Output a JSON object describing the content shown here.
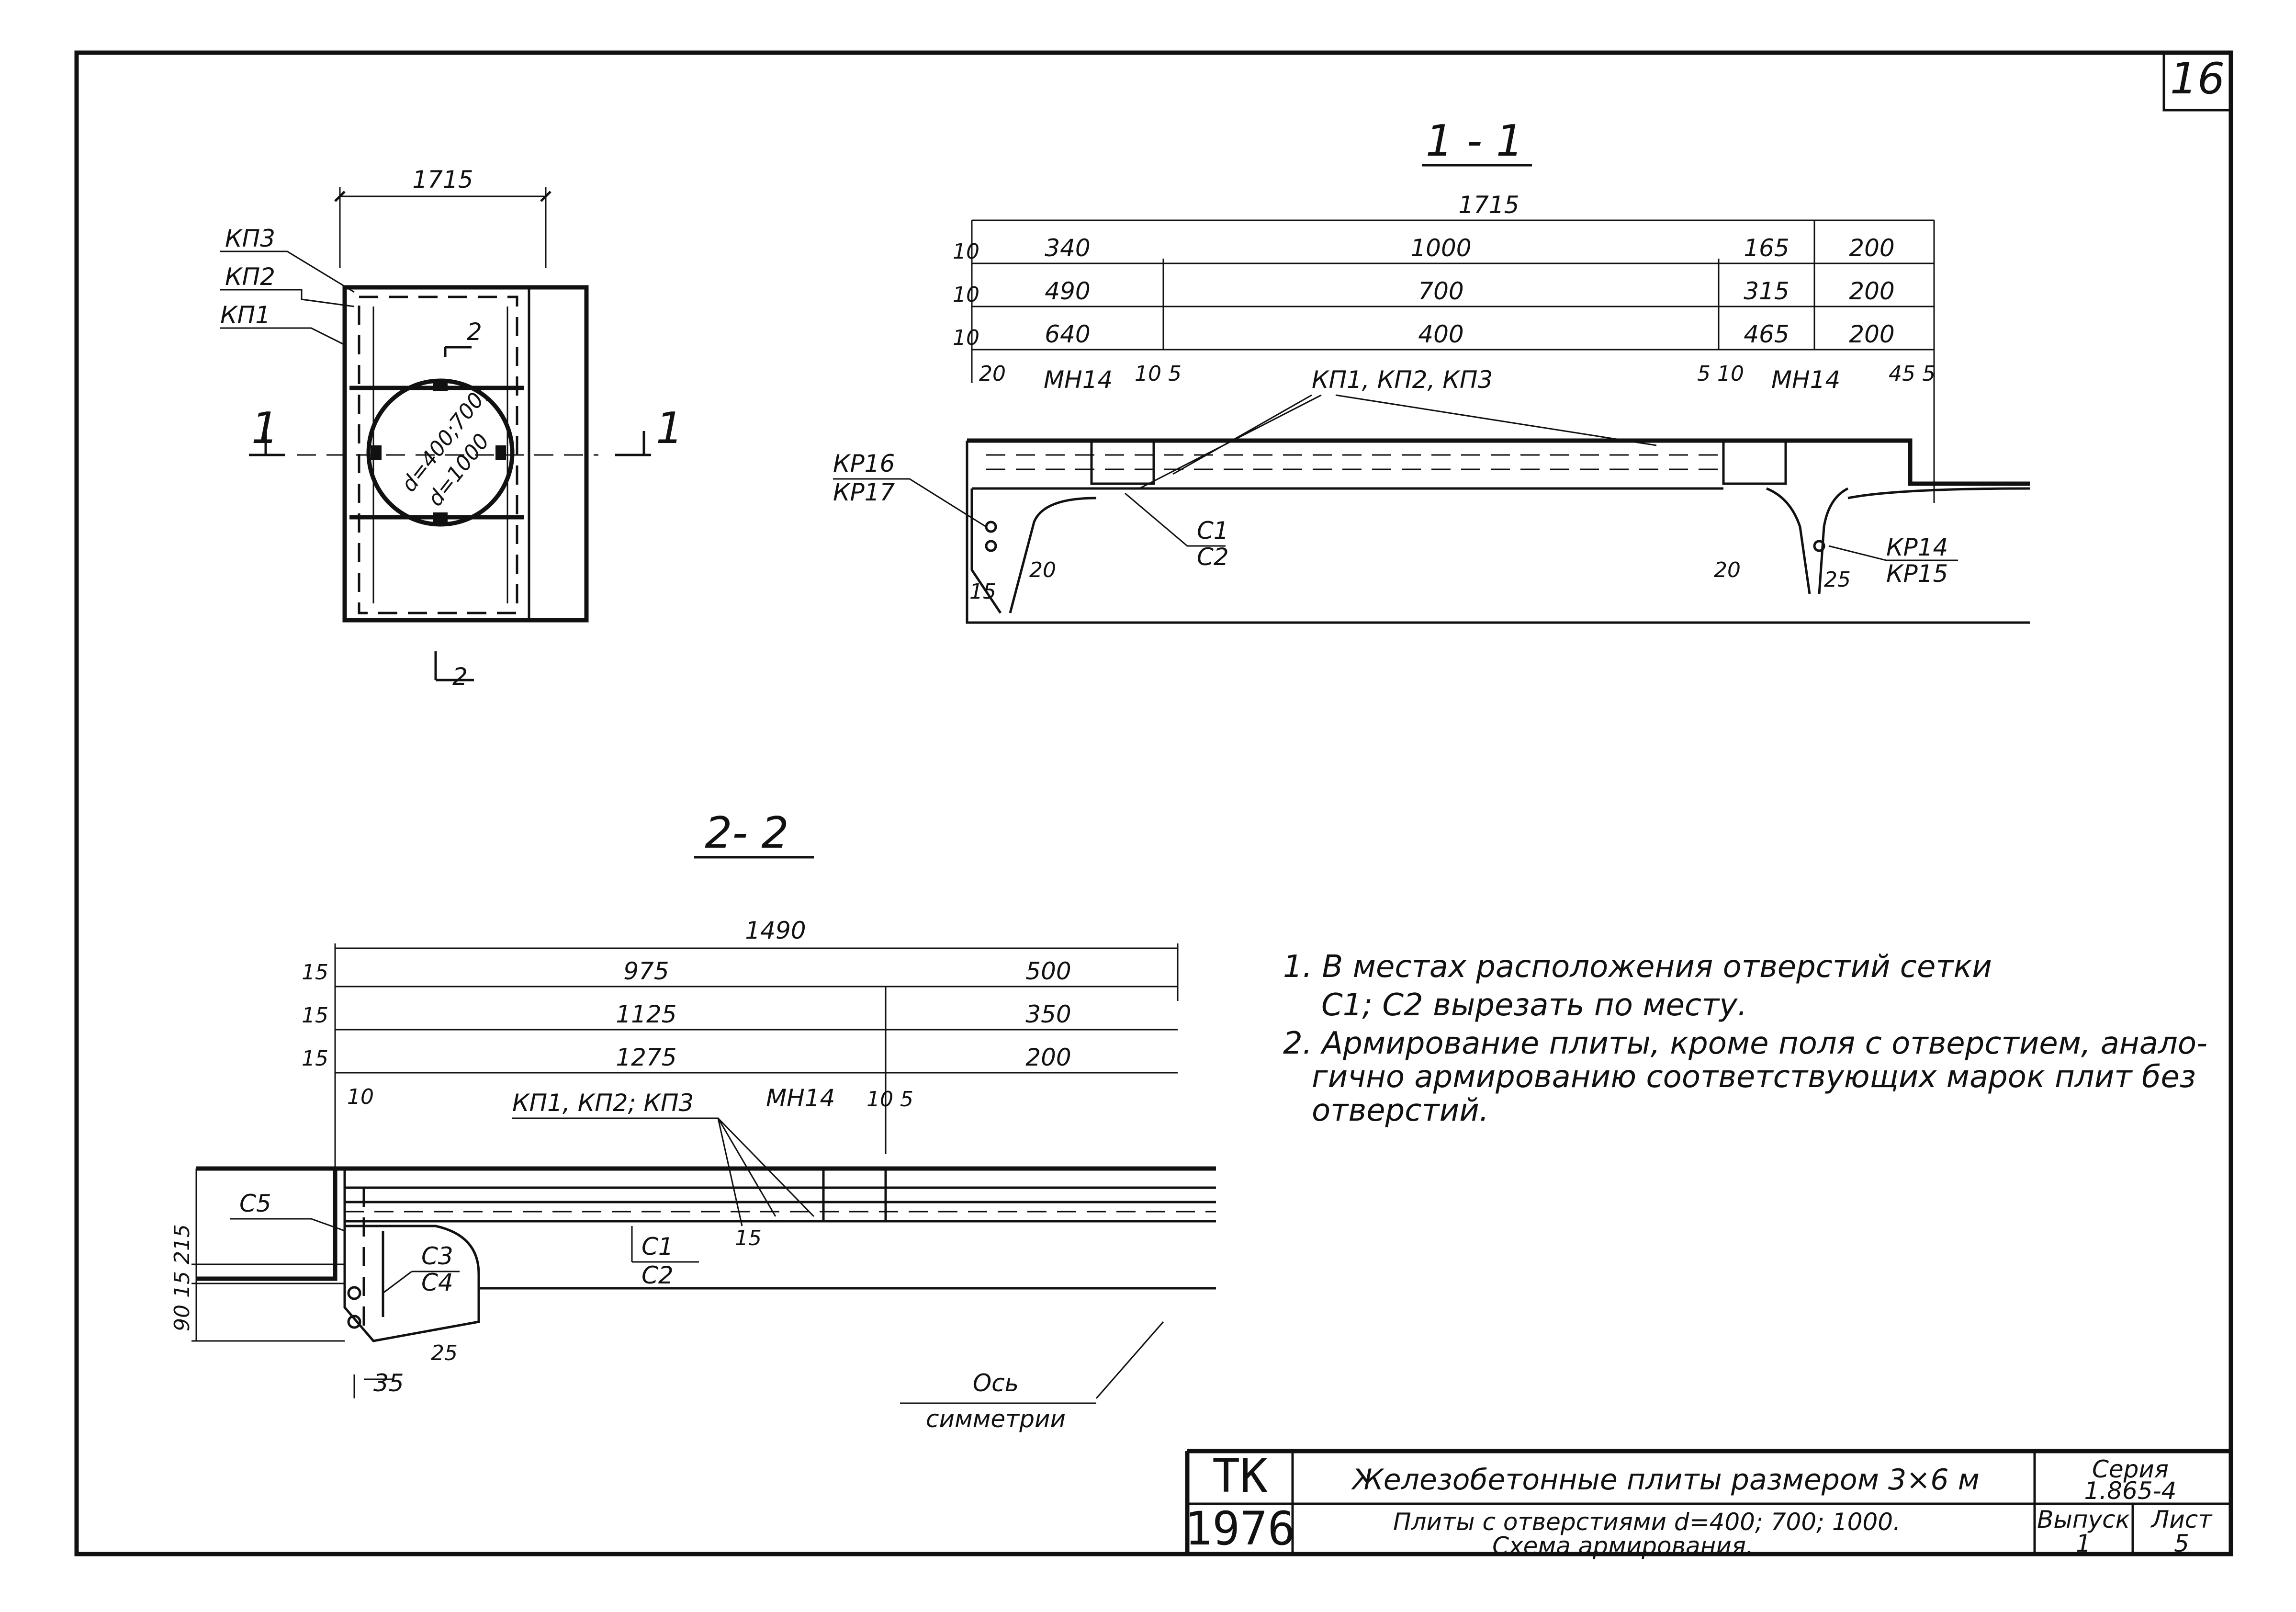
{
  "page_number": "16",
  "plan": {
    "width_dim": "1715",
    "labels": [
      "КП3",
      "КП2",
      "КП1"
    ],
    "section_mark": "2",
    "section_mark_bottom": "2",
    "cut_left": "1",
    "cut_right": "1",
    "hole_text_1": "d=400;700;",
    "hole_text_2": "d=1000"
  },
  "section11": {
    "title": "1 - 1",
    "total": "1715",
    "rows": [
      {
        "lead": "10",
        "a": "340",
        "b": "1000",
        "c": "165",
        "d": "200"
      },
      {
        "lead": "10",
        "a": "490",
        "b": "700",
        "c": "315",
        "d": "200"
      },
      {
        "lead": "10",
        "a": "640",
        "b": "400",
        "c": "465",
        "d": "200"
      }
    ],
    "d20": "20",
    "mh_left": "МН14",
    "mh_left_dims": "10 5",
    "kp_group": "КП1, КП2, КП3",
    "mh_right_dims": "5 10",
    "mh_right": "МН14",
    "right_dims": "45 5",
    "kr16": "КР16",
    "kr17": "КР17",
    "c1": "С1",
    "c2": "С2",
    "kr14": "КР14",
    "kr15": "КР15",
    "d15": "15",
    "d20b": "20",
    "d20c": "20",
    "d25": "25"
  },
  "section22": {
    "title": "2- 2",
    "total": "1490",
    "rows": [
      {
        "lead": "15",
        "a": "975",
        "b": "500"
      },
      {
        "lead": "15",
        "a": "1125",
        "b": "350"
      },
      {
        "lead": "15",
        "a": "1275",
        "b": "200"
      }
    ],
    "d10": "10",
    "kp_group": "КП1, КП2; КП3",
    "mh": "МН14",
    "mh_dims": "10 5",
    "c5": "С5",
    "vert_dims": "90  15  215",
    "c3": "С3",
    "c4": "С4",
    "c1": "С1",
    "c2": "С2",
    "d15": "15",
    "d25": "25",
    "d35": "35",
    "axis_1": "Ось",
    "axis_2": "симметрии"
  },
  "notes": [
    "1. В местах расположения отверстий сетки",
    "С1; С2 вырезать по месту.",
    "2. Армирование плиты, кроме поля с отверстием, анало-",
    "гично армированию соответствующих марок плит без",
    "отверстий."
  ],
  "title_block": {
    "org": "ТК",
    "year": "1976",
    "title": "Железобетонные плиты размером 3×6 м",
    "subtitle_1": "Плиты с отверстиями d=400; 700; 1000.",
    "subtitle_2": "Схема армирования.",
    "series_label": "Серия",
    "series": "1.865-4",
    "issue_label": "Выпуск",
    "issue": "1",
    "sheet_label": "Лист",
    "sheet": "5"
  }
}
